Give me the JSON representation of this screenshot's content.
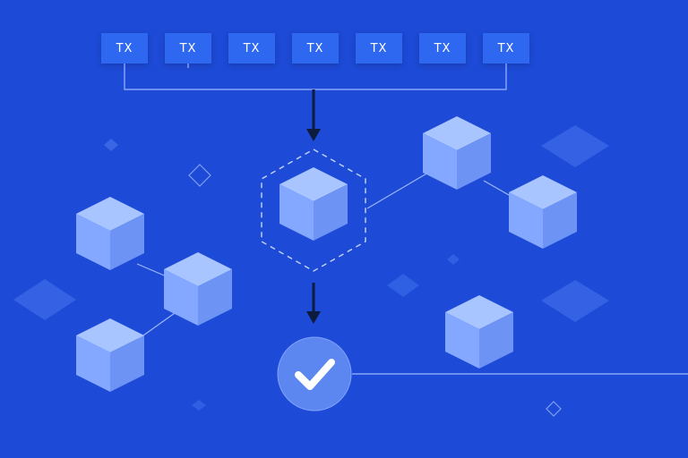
{
  "transactions": [
    {
      "label": "TX"
    },
    {
      "label": "TX"
    },
    {
      "label": "TX"
    },
    {
      "label": "TX"
    },
    {
      "label": "TX"
    },
    {
      "label": "TX"
    },
    {
      "label": "TX"
    }
  ],
  "colors": {
    "background": "#1d4ad6",
    "tx_box": "#2f68f0",
    "cube_top": "#a9c5ff",
    "cube_left": "#84a8ff",
    "cube_right": "#6d93f5",
    "connector": "#9bb8ff",
    "arrow": "#0d1b3d",
    "check_circle": "#5c86f0",
    "check_mark": "#ffffff"
  },
  "icons": {
    "validation": "check-circle-icon",
    "flow": "arrow-down-icon",
    "block": "cube-icon"
  }
}
